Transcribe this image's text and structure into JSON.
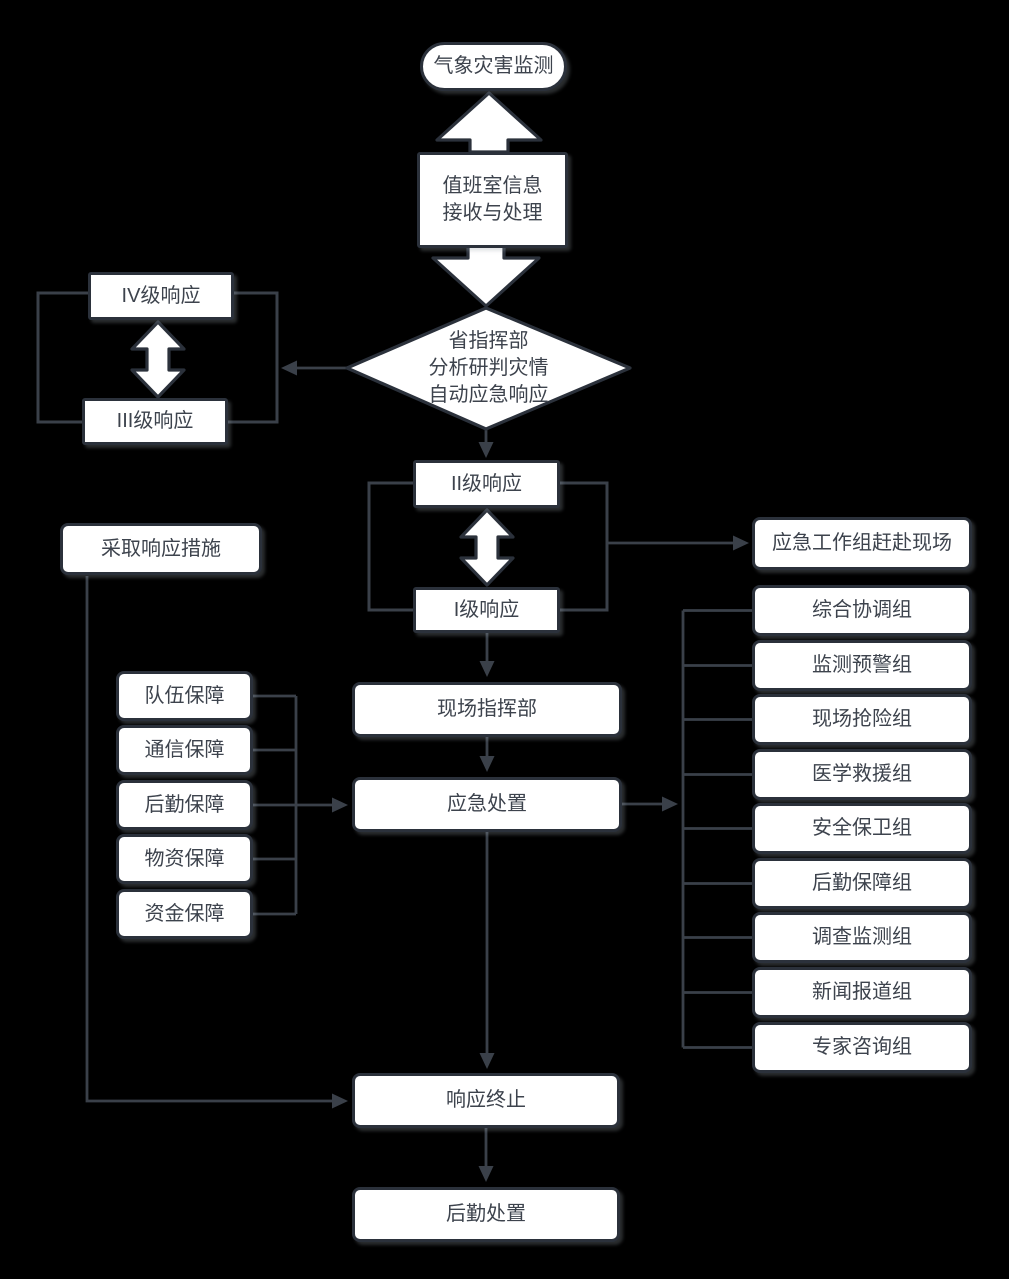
{
  "theme": {
    "background": "#000000",
    "box_fill": "#ffffff",
    "box_border": "#2b313b",
    "line_color": "#3a4049",
    "text_color": "#3d434d",
    "shadow": "rgba(150,160,170,0.28)"
  },
  "nodes": {
    "monitor": "气象灾害监测",
    "duty_room_lines": [
      "值班室信息",
      "接收与处理"
    ],
    "decision_lines": [
      "省指挥部",
      "分析研判灾情",
      "自动应急响应"
    ],
    "level4": "IV级响应",
    "level3": "III级响应",
    "level2": "II级响应",
    "level1": "I级响应",
    "measures": "采取响应措施",
    "work_group": "应急工作组赶赴现场",
    "site_hq": "现场指挥部",
    "emergency_disposal": "应急处置",
    "response_end": "响应终止",
    "logistics_disposal": "后勤处置"
  },
  "support_boxes": [
    "队伍保障",
    "通信保障",
    "后勤保障",
    "物资保障",
    "资金保障"
  ],
  "work_groups": [
    "综合协调组",
    "监测预警组",
    "现场抢险组",
    "医学救援组",
    "安全保卫组",
    "后勤保障组",
    "调查监测组",
    "新闻报道组",
    "专家咨询组"
  ]
}
